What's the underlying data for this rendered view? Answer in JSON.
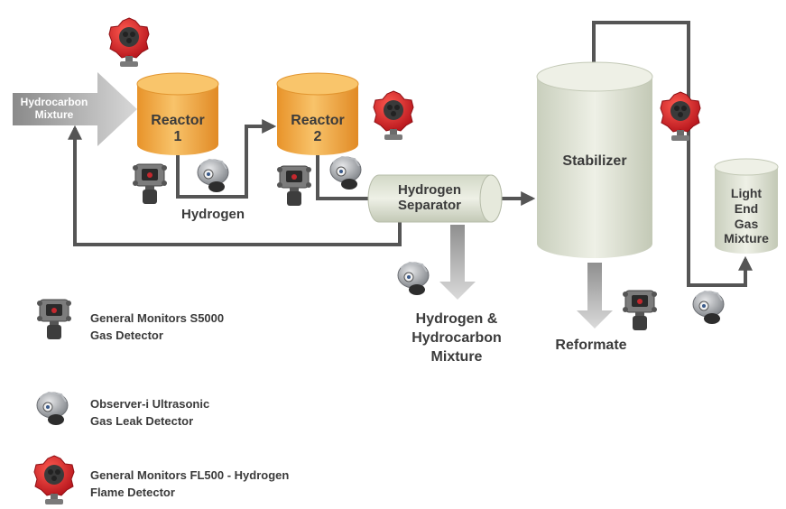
{
  "colors": {
    "reactor": "#f0a52e",
    "vessel": "#e2e6d6",
    "pipe": "#555555",
    "flame_detector": "#d8232a",
    "gas_detector": "#6b6b6b",
    "ultrasonic_detector": "#9a9ea3",
    "input_arrow": "#8c8c8c",
    "output_arrow": "#a9a9a9"
  },
  "diagram": {
    "input": "Hydrocarbon Mixture",
    "reactor1": {
      "line1": "Reactor",
      "line2": "1"
    },
    "reactor2": {
      "line1": "Reactor",
      "line2": "2"
    },
    "hydrogen": "Hydrogen",
    "separator": {
      "line1": "Hydrogen",
      "line2": "Separator"
    },
    "stabilizer": "Stabilizer",
    "light_end": {
      "line1": "Light",
      "line2": "End",
      "line3": "Gas",
      "line4": "Mixture"
    },
    "hc_mixture": {
      "line1": "Hydrogen &",
      "line2": "Hydrocarbon",
      "line3": "Mixture"
    },
    "reformate": "Reformate"
  },
  "legend": [
    {
      "icon": "gas-detector-s5000-icon",
      "line1": "General Monitors S5000",
      "line2": "Gas Detector"
    },
    {
      "icon": "ultrasonic-detector-icon",
      "line1": "Observer-i Ultrasonic",
      "line2": "Gas Leak Detector"
    },
    {
      "icon": "flame-detector-icon",
      "line1": "General Monitors FL500 - Hydrogen",
      "line2": "Flame Detector"
    }
  ]
}
